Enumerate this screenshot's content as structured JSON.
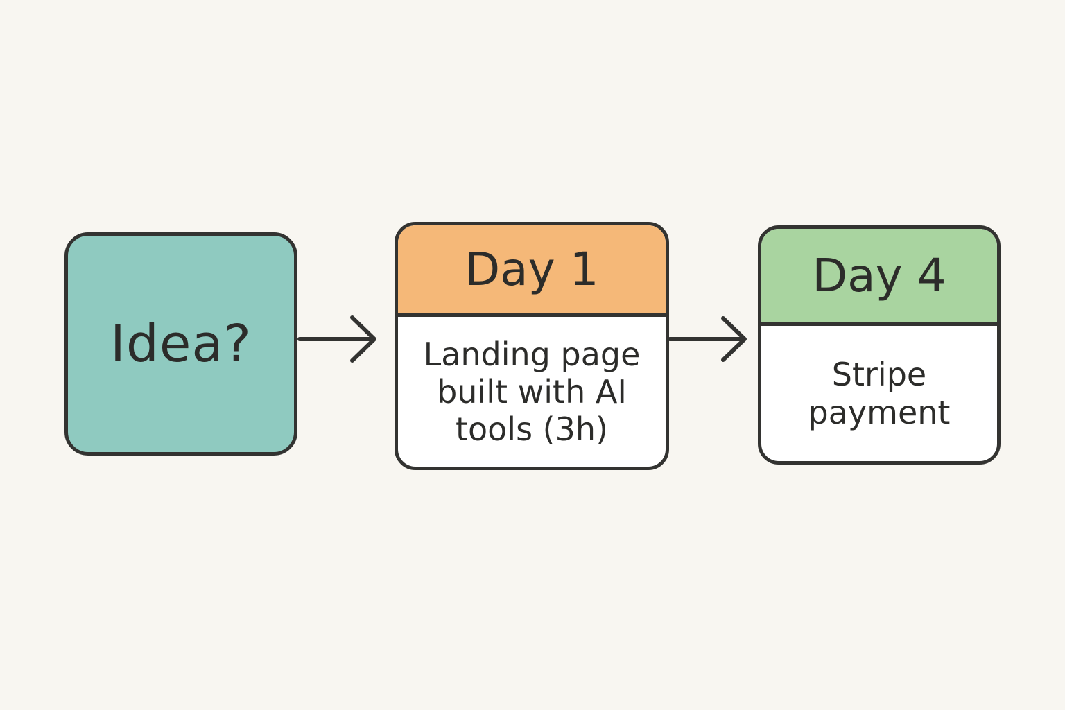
{
  "colors": {
    "idea_fill": "#8fcac0",
    "day1_header_fill": "#f5b878",
    "day4_header_fill": "#a9d4a0",
    "outline": "#333331",
    "background": "#f8f6f1"
  },
  "nodes": {
    "idea": {
      "label": "Idea?"
    },
    "day1": {
      "header": "Day 1",
      "body": "Landing page\nbuilt with AI\ntools (3h)"
    },
    "day4": {
      "header": "Day 4",
      "body": "Stripe\npayment"
    }
  }
}
